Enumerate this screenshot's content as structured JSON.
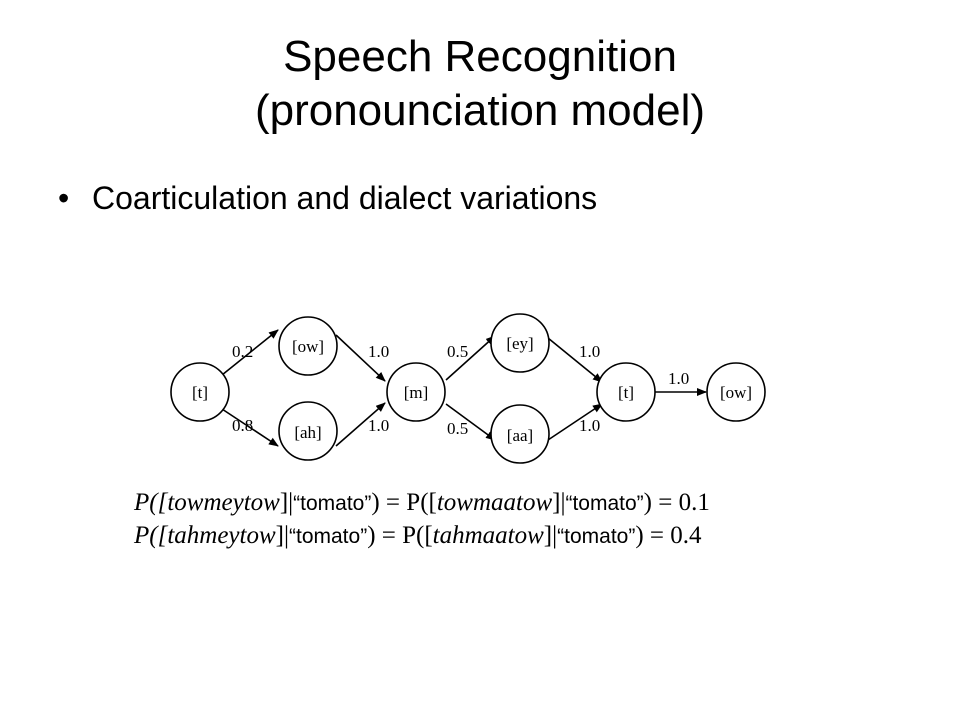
{
  "slide": {
    "title_line1": "Speech Recognition",
    "title_line2": "(pronounciation model)",
    "bullet": "Coarticulation and dialect variations"
  },
  "diagram": {
    "nodes": {
      "t1": "[t]",
      "ow1": "[ow]",
      "ah": "[ah]",
      "m": "[m]",
      "ey": "[ey]",
      "aa": "[aa]",
      "t2": "[t]",
      "ow2": "[ow]"
    },
    "edges": {
      "t1_ow1": "0.2",
      "t1_ah": "0.8",
      "ow1_m": "1.0",
      "ah_m": "1.0",
      "m_ey": "0.5",
      "m_aa": "0.5",
      "ey_t2": "1.0",
      "aa_t2": "1.0",
      "t2_ow2": "1.0"
    }
  },
  "equations": {
    "line1": {
      "lhs_func": "P([",
      "lhs_seq": "towmeytow",
      "bar": "]|",
      "word": "“tomato”",
      "eq_mid": ") = P([",
      "rhs_seq": "towmaatow",
      "bar2": "]|",
      "word2": "“tomato”",
      "tail": ") = ",
      "value": "0.1"
    },
    "line2": {
      "lhs_func": "P([",
      "lhs_seq": "tahmeytow",
      "bar": "]|",
      "word": "“tomato”",
      "eq_mid": ") = P([",
      "rhs_seq": "tahmaatow",
      "bar2": "]|",
      "word2": "“tomato”",
      "tail": ") = ",
      "value": "0.4"
    }
  }
}
